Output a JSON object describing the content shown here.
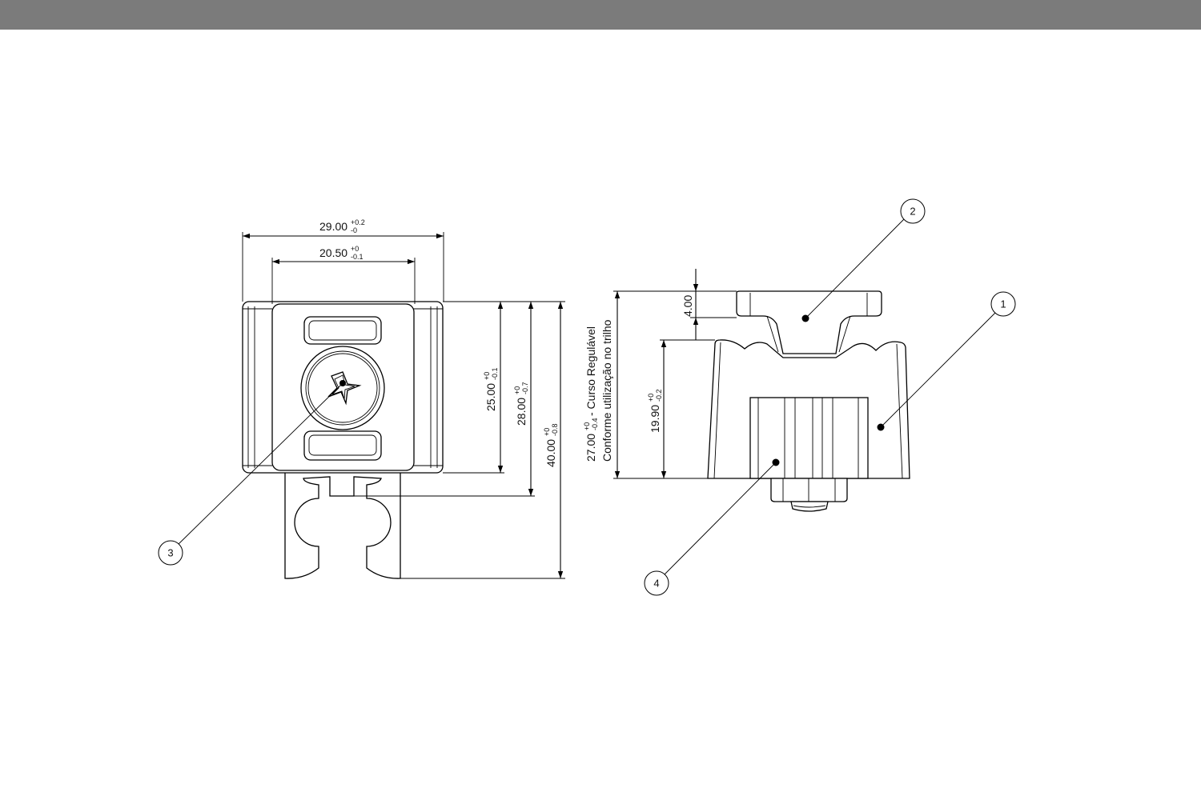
{
  "colors": {
    "header_bar": "#7b7b7b",
    "line": "#000000",
    "background": "#ffffff"
  },
  "front_view": {
    "dim_width_outer": {
      "value": "29.00",
      "tol_plus": "+0.2",
      "tol_minus": "-0"
    },
    "dim_width_inner": {
      "value": "20.50",
      "tol_plus": "+0",
      "tol_minus": "-0.1"
    },
    "dim_height_body": {
      "value": "25.00",
      "tol_plus": "+0",
      "tol_minus": "-0.1"
    },
    "dim_height_slot": {
      "value": "28.00",
      "tol_plus": "+0",
      "tol_minus": "-0.7"
    },
    "dim_height_total": {
      "value": "40.00",
      "tol_plus": "+0",
      "tol_minus": "-0.8"
    },
    "balloon_screw": "3"
  },
  "side_view": {
    "dim_top": {
      "value": "4.00"
    },
    "dim_body": {
      "value": "19.90",
      "tol_plus": "+0",
      "tol_minus": "-0.2"
    },
    "dim_stroke": {
      "value": "27.00",
      "tol_plus": "+0",
      "tol_minus": "-0.4",
      "note_line1": "- Curso Regulável",
      "note_line2": "Conforme utilização no trilho"
    },
    "balloon_body": "1",
    "balloon_cap": "2",
    "balloon_insert": "4"
  }
}
